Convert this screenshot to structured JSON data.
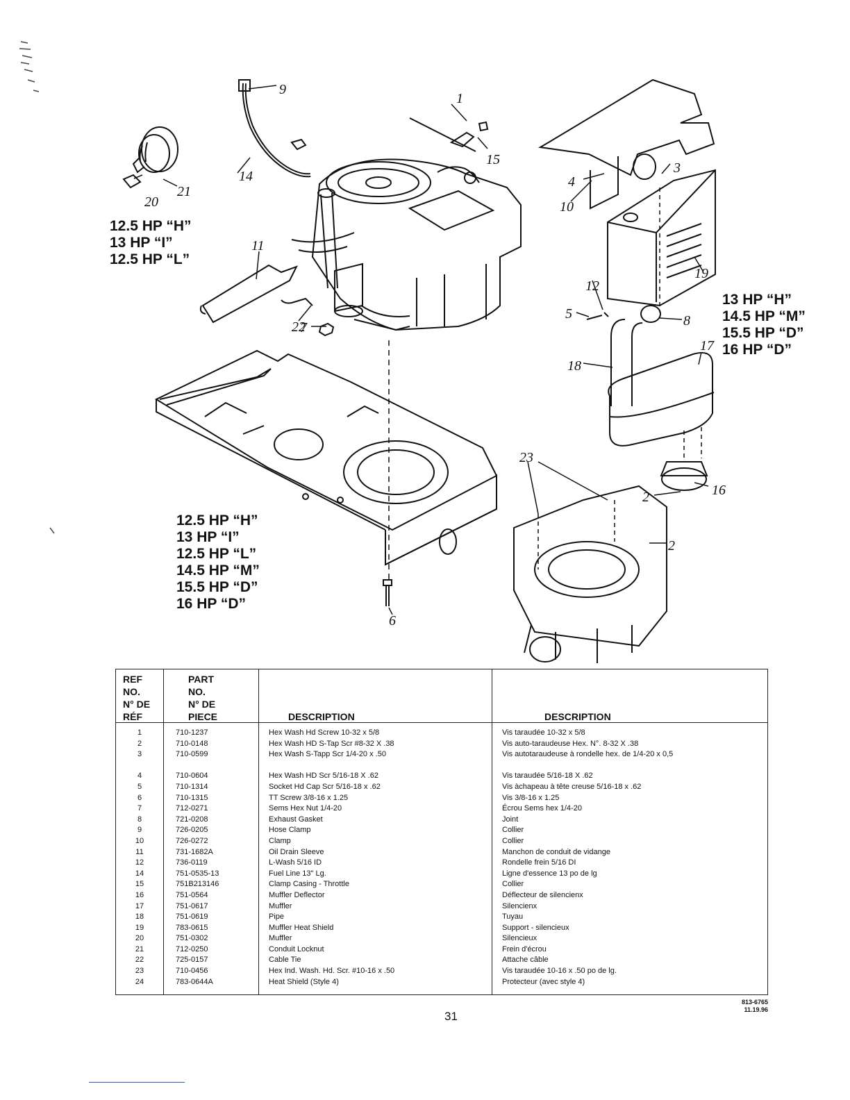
{
  "diagram": {
    "callouts": [
      "1",
      "2",
      "2",
      "3",
      "4",
      "5",
      "6",
      "7",
      "8",
      "9",
      "10",
      "11",
      "12",
      "14",
      "15",
      "16",
      "17",
      "18",
      "19",
      "20",
      "21",
      "22",
      "23"
    ],
    "model_groups": {
      "upper_left": [
        "12.5 HP “H”",
        "13 HP “I”",
        "12.5 HP “L”"
      ],
      "right": [
        "13 HP “H”",
        "14.5 HP “M”",
        "15.5 HP “D”",
        "16 HP “D”"
      ],
      "lower": [
        "12.5 HP “H”",
        "13 HP “I”",
        "12.5 HP “L”",
        "14.5 HP “M”",
        "15.5 HP “D”",
        "16 HP “D”"
      ]
    }
  },
  "table": {
    "headers": {
      "ref": [
        "REF",
        "NO.",
        "N° DE",
        "RÉF"
      ],
      "part": [
        "PART",
        "NO.",
        "N° DE",
        "PIECE"
      ],
      "desc_en": "DESCRIPTION",
      "desc_fr": "DESCRIPTION"
    },
    "rows": [
      {
        "ref": "1",
        "part": "710-1237",
        "en": "Hex Wash Hd Screw 10-32 x 5/8",
        "fr": "Vis taraudée 10-32 x 5/8"
      },
      {
        "ref": "2",
        "part": "710-0148",
        "en": "Hex Wash HD S-Tap Scr #8-32 X .38",
        "fr": "Vis auto-taraudeuse Hex. N°. 8-32 X .38"
      },
      {
        "ref": "3",
        "part": "710-0599",
        "en": "Hex Wash S-Tapp Scr 1/4-20 x .50",
        "fr": "Vis autotaraudeuse à rondelle hex. de 1/4-20 x 0,5"
      },
      {
        "ref": "4",
        "part": "710-0604",
        "en": "Hex Wash HD Scr 5/16-18 X .62",
        "fr": "Vis taraudée 5/16-18 X .62"
      },
      {
        "ref": "5",
        "part": "710-1314",
        "en": "Socket Hd Cap Scr 5/16-18 x .62",
        "fr": "Vis àchapeau à tête creuse 5/16-18 x .62"
      },
      {
        "ref": "6",
        "part": "710-1315",
        "en": "TT Screw 3/8-16 x 1.25",
        "fr": "Vis 3/8-16 x 1.25"
      },
      {
        "ref": "7",
        "part": "712-0271",
        "en": "Sems Hex Nut 1/4-20",
        "fr": "Écrou Sems hex 1/4-20"
      },
      {
        "ref": "8",
        "part": "721-0208",
        "en": "Exhaust Gasket",
        "fr": "Joint"
      },
      {
        "ref": "9",
        "part": "726-0205",
        "en": "Hose Clamp",
        "fr": "Collier"
      },
      {
        "ref": "10",
        "part": "726-0272",
        "en": "Clamp",
        "fr": "Collier"
      },
      {
        "ref": "11",
        "part": "731-1682A",
        "en": "Oil Drain Sleeve",
        "fr": "Manchon de conduit de vidange"
      },
      {
        "ref": "12",
        "part": "736-0119",
        "en": "L-Wash 5/16 ID",
        "fr": "Rondelle frein 5/16 DI"
      },
      {
        "ref": "14",
        "part": "751-0535-13",
        "en": "Fuel Line 13\" Lg.",
        "fr": "Ligne d'essence 13 po de lg"
      },
      {
        "ref": "15",
        "part": "751B213146",
        "en": "Clamp Casing - Throttle",
        "fr": "Collier"
      },
      {
        "ref": "16",
        "part": "751-0564",
        "en": "Muffler Deflector",
        "fr": "Déflecteur de silencienx"
      },
      {
        "ref": "17",
        "part": "751-0617",
        "en": "Muffler",
        "fr": "Silencienx"
      },
      {
        "ref": "18",
        "part": "751-0619",
        "en": "Pipe",
        "fr": "Tuyau"
      },
      {
        "ref": "19",
        "part": "783-0615",
        "en": "Muffler Heat Shield",
        "fr": "Support - silencieux"
      },
      {
        "ref": "20",
        "part": "751-0302",
        "en": "Muffler",
        "fr": "Silencieux"
      },
      {
        "ref": "21",
        "part": "712-0250",
        "en": "Conduit Locknut",
        "fr": "Frein d'écrou"
      },
      {
        "ref": "22",
        "part": "725-0157",
        "en": "Cable Tie",
        "fr": "Attache câble"
      },
      {
        "ref": "23",
        "part": "710-0456",
        "en": "Hex Ind. Wash. Hd. Scr. #10-16 x .50",
        "fr": "Vis taraudée 10-16 x .50 po de lg."
      },
      {
        "ref": "24",
        "part": "783-0644A",
        "en": "Heat Shield (Style 4)",
        "fr": "Protecteur (avec style 4)"
      }
    ]
  },
  "footer": {
    "page_number": "31",
    "doc_number": "813-6765",
    "doc_date": "11.19.96"
  }
}
